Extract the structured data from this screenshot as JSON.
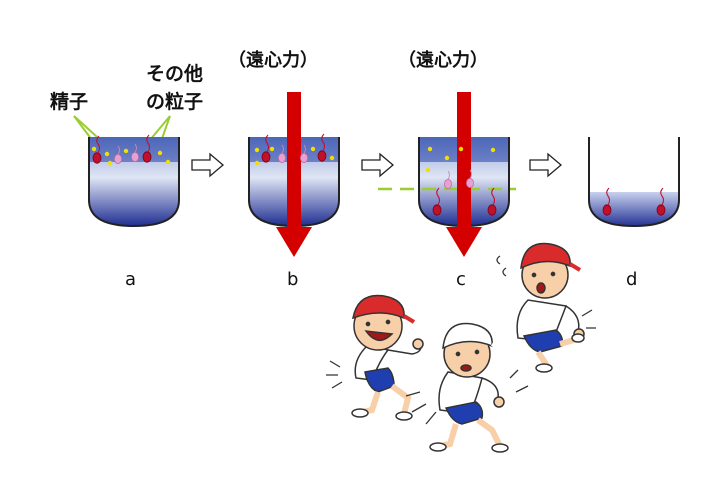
{
  "labels": {
    "sperm": "精子",
    "other_line1": "その他",
    "other_line2": "の粒子",
    "centrifugal_b": "（遠心力）",
    "centrifugal_c": "（遠心力）"
  },
  "steps": [
    "a",
    "b",
    "c",
    "d"
  ],
  "colors": {
    "arrow_red": "#d40000",
    "liquid_top": "#7a8fc9",
    "liquid_bottom": "#1a2a8f",
    "dash_green": "#9acd32",
    "sperm": "#c0102a",
    "particle_yellow": "#f0e000",
    "particle_pink": "#e8a0d0",
    "cap_red": "#d92b2b",
    "shorts_blue": "#1f3fb0"
  }
}
